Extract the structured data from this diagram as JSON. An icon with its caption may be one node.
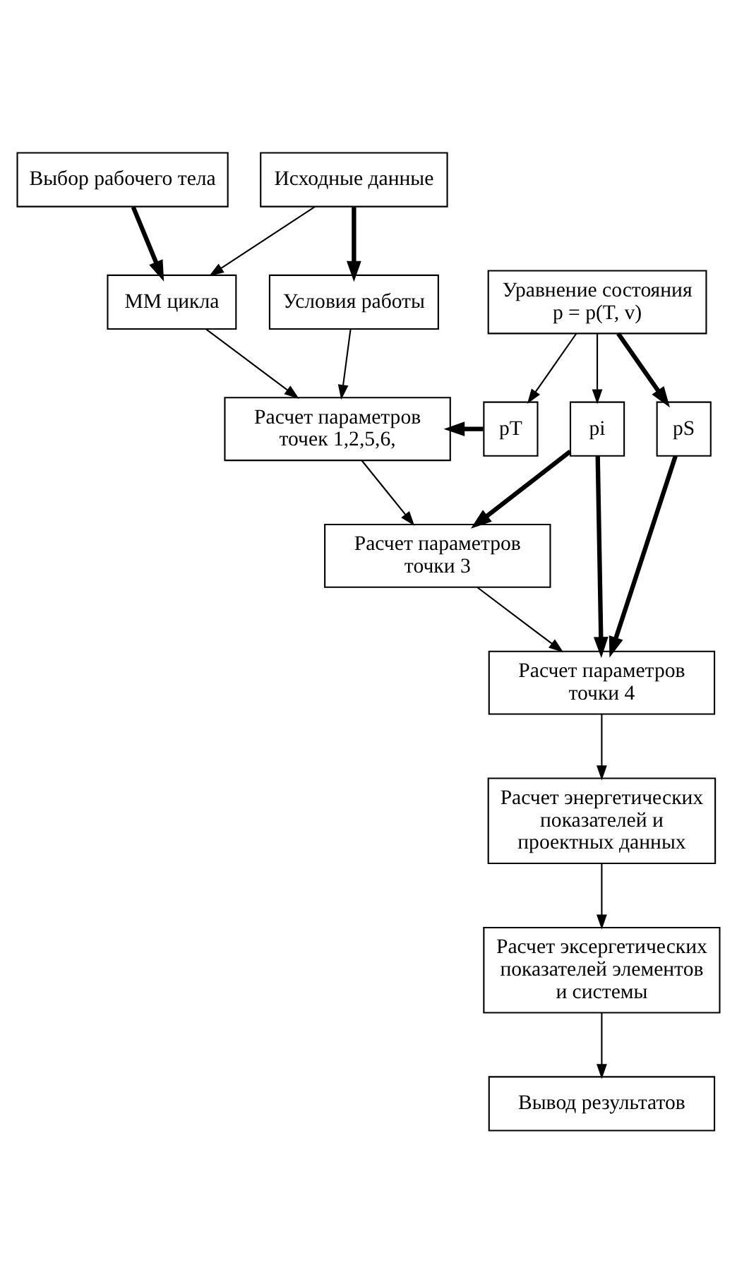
{
  "diagram": {
    "nodes": [
      {
        "text": [
          "Выбор рабочего тела"
        ]
      },
      {
        "text": [
          "Исходные данные"
        ]
      },
      {
        "text": [
          "ММ цикла"
        ]
      },
      {
        "text": [
          "Условия работы"
        ]
      },
      {
        "text": [
          "Уравнение состояния",
          "p = p(T, v)"
        ]
      },
      {
        "text": [
          "Расчет параметров точек 1,2,5,6,"
        ]
      },
      {
        "text": [
          "pT"
        ]
      },
      {
        "text": [
          "pi"
        ]
      },
      {
        "text": [
          "pS"
        ]
      },
      {
        "text": [
          "Расчет параметров точки 3"
        ]
      },
      {
        "text": [
          "Расчет параметров точки 4"
        ]
      },
      {
        "text": [
          "Расчет энергетических показателей и проектных данных"
        ]
      },
      {
        "text": [
          "Расчет эксергетических показателей элементов и системы"
        ]
      },
      {
        "text": [
          "Вывод результатов"
        ]
      }
    ],
    "edges": [
      {
        "from": 0,
        "to": 2,
        "arrow": "to",
        "style": "thick"
      },
      {
        "from": 1,
        "to": 2,
        "arrow": "to"
      },
      {
        "from": 1,
        "to": 3,
        "arrow": "to",
        "style": "thick"
      },
      {
        "from": 2,
        "to": 5,
        "arrow": "to"
      },
      {
        "from": 3,
        "to": 5,
        "arrow": "to"
      },
      {
        "from": 4,
        "to": 6,
        "arrow": "to"
      },
      {
        "from": 4,
        "to": 7,
        "arrow": "to"
      },
      {
        "from": 4,
        "to": 8,
        "arrow": "to",
        "style": "thick"
      },
      {
        "from": 6,
        "to": 5,
        "arrow": "to",
        "style": "thick"
      },
      {
        "from": 7,
        "to": 9,
        "arrow": "to",
        "style": "thick"
      },
      {
        "from": 7,
        "to": 10,
        "arrow": "to",
        "style": "thick"
      },
      {
        "from": 8,
        "to": 10,
        "arrow": "to",
        "style": "thick"
      },
      {
        "from": 5,
        "to": 9,
        "arrow": "to"
      },
      {
        "from": 9,
        "to": 10,
        "arrow": "to"
      },
      {
        "from": 10,
        "to": 11,
        "arrow": "to"
      },
      {
        "from": 11,
        "to": 12,
        "arrow": "to"
      },
      {
        "from": 12,
        "to": 13,
        "arrow": "to"
      }
    ]
  }
}
